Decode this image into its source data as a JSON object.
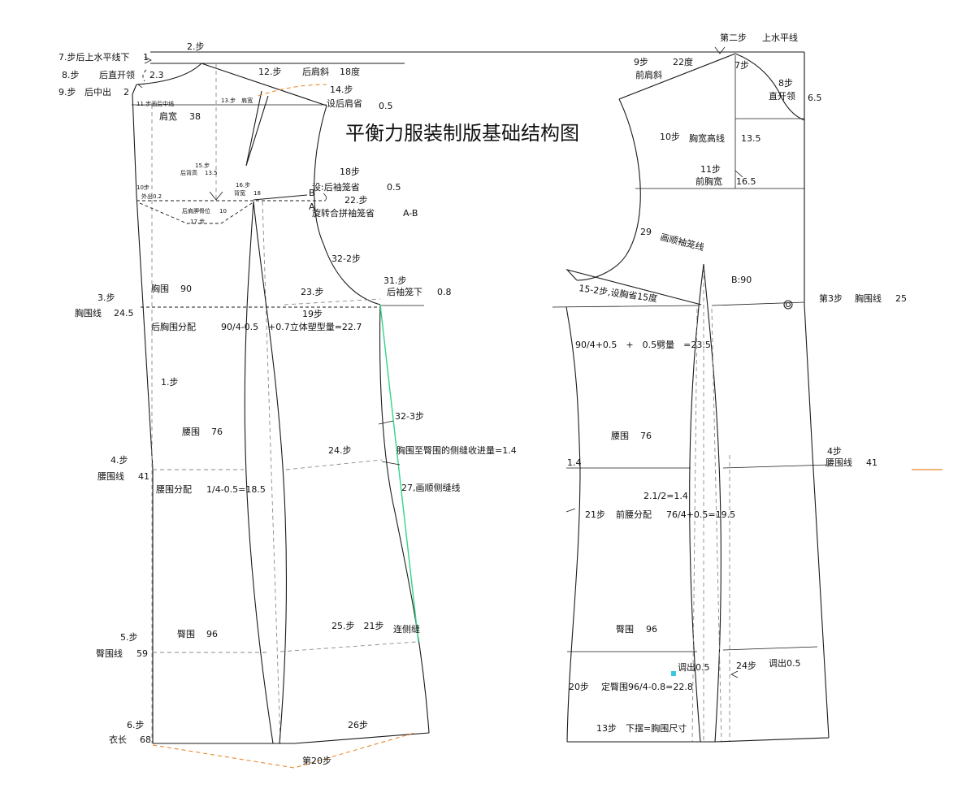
{
  "title": "平衡力服装制版基础结构图",
  "labels": {
    "s7_back_top": "7.步后上水平线下",
    "one": "1",
    "s2": "2.步",
    "s8": "8.步",
    "back_neck_depth": "后直开领",
    "v23": "2.3",
    "s9": "9.步",
    "back_center_out": "后中出",
    "v2": "2",
    "s12": "12.步",
    "back_shoulder_slope": "后肩斜",
    "deg18": "18度",
    "s14": "14.步",
    "back_shoulder_dart": "设后肩省",
    "v05a": "0.5",
    "s11_back_center": "11.步画后中线",
    "s13_shoulder": "13.步　肩宽",
    "shoulder_width": "肩宽",
    "v38": "38",
    "s15": "15.步",
    "back_height": "后背高",
    "v135a": "13.5",
    "s16": "16.步",
    "back_width": "背宽",
    "v18": "18",
    "s10_small": "10步",
    "out02": "外出0.2",
    "blade_pos": "后肩胛骨位",
    "v10": "10",
    "s17": "17.步",
    "s18": "18步",
    "back_arm_dart": "设:后袖笼省",
    "v05b": "0.5",
    "B": "B",
    "A": "A",
    "s22": "22.步",
    "rotate_dart": "旋转合拼袖笼省",
    "AB": "A-B",
    "s32_2": "32-2步",
    "s31": "31.步",
    "back_arm_under": "后袖笼下",
    "v08": "0.8",
    "s3": "3.步",
    "bust_line": "胸围线",
    "v245": "24.5",
    "bust": "胸围",
    "v90": "90",
    "s23": "23.步",
    "s19": "19步",
    "back_bust_dist": "后胸围分配",
    "back_bust_formula": "90/4-0.5",
    "back_bust_formula2": "+0.7立体塑型量=22.7",
    "s1": "1.步",
    "waist": "腰围",
    "v76": "76",
    "s32_3": "32-3步",
    "s24": "24.步",
    "side_seam_take": "胸围至臀围的侧缝收进量=1.4",
    "s4": "4.步",
    "waist_line": "腰围线",
    "v41": "41",
    "back_waist_dist": "腰围分配",
    "back_waist_formula": "1/4-0.5=18.5",
    "s27": "27,画顺侧缝线",
    "hip": "臀围",
    "v96": "96",
    "s25_21": "25.步　21步",
    "connect_side": "连侧缝",
    "s5": "5.步",
    "hip_line": "臀围线",
    "v59": "59",
    "s6": "6.步",
    "length": "衣长",
    "v68": "68",
    "s26": "26步",
    "s20": "第20步",
    "f_s2": "第二步",
    "f_top": "上水平线",
    "f_s9": "9步",
    "front_shoulder": "前肩斜",
    "deg22": "22度",
    "f_s7": "7步",
    "f_s8": "8步",
    "front_neck_depth": "直开领",
    "v65": "6.5",
    "f_s10": "10步",
    "chest_height": "胸宽高线",
    "v135b": "13.5",
    "f_s11": "11步",
    "front_chest": "前胸宽",
    "v165": "16.5",
    "f_s29": "29",
    "arm_curve": "画顺袖笼线",
    "B90": "B:90",
    "f_s15": "15-2步,设胸省15度",
    "f_s3": "第3步",
    "f_bust_line": "胸围线",
    "v25": "25",
    "f_bust_formula": "90/4+0.5　+　0.5劈量　=23.5",
    "f_waist": "腰围",
    "f_v76": "76",
    "f_s4": "4步",
    "f_waist_line": "腰围线",
    "f_v41": "41",
    "v14": "1.4",
    "v21_2": "2.1/2=1.4",
    "f_s21": "21步",
    "front_waist_dist": "前腰分配",
    "front_waist_formula": "76/4+0.5=19.5",
    "f_hip": "臀围",
    "f_v96": "96",
    "adjust1": "调出0.5",
    "f_s24": "24步",
    "adjust2": "调出0.5",
    "f_s20": "20步",
    "front_hip": "定臀围96/4-0.8=22.8",
    "f_s13": "13步",
    "hem": "下摆=胸围尺寸"
  }
}
